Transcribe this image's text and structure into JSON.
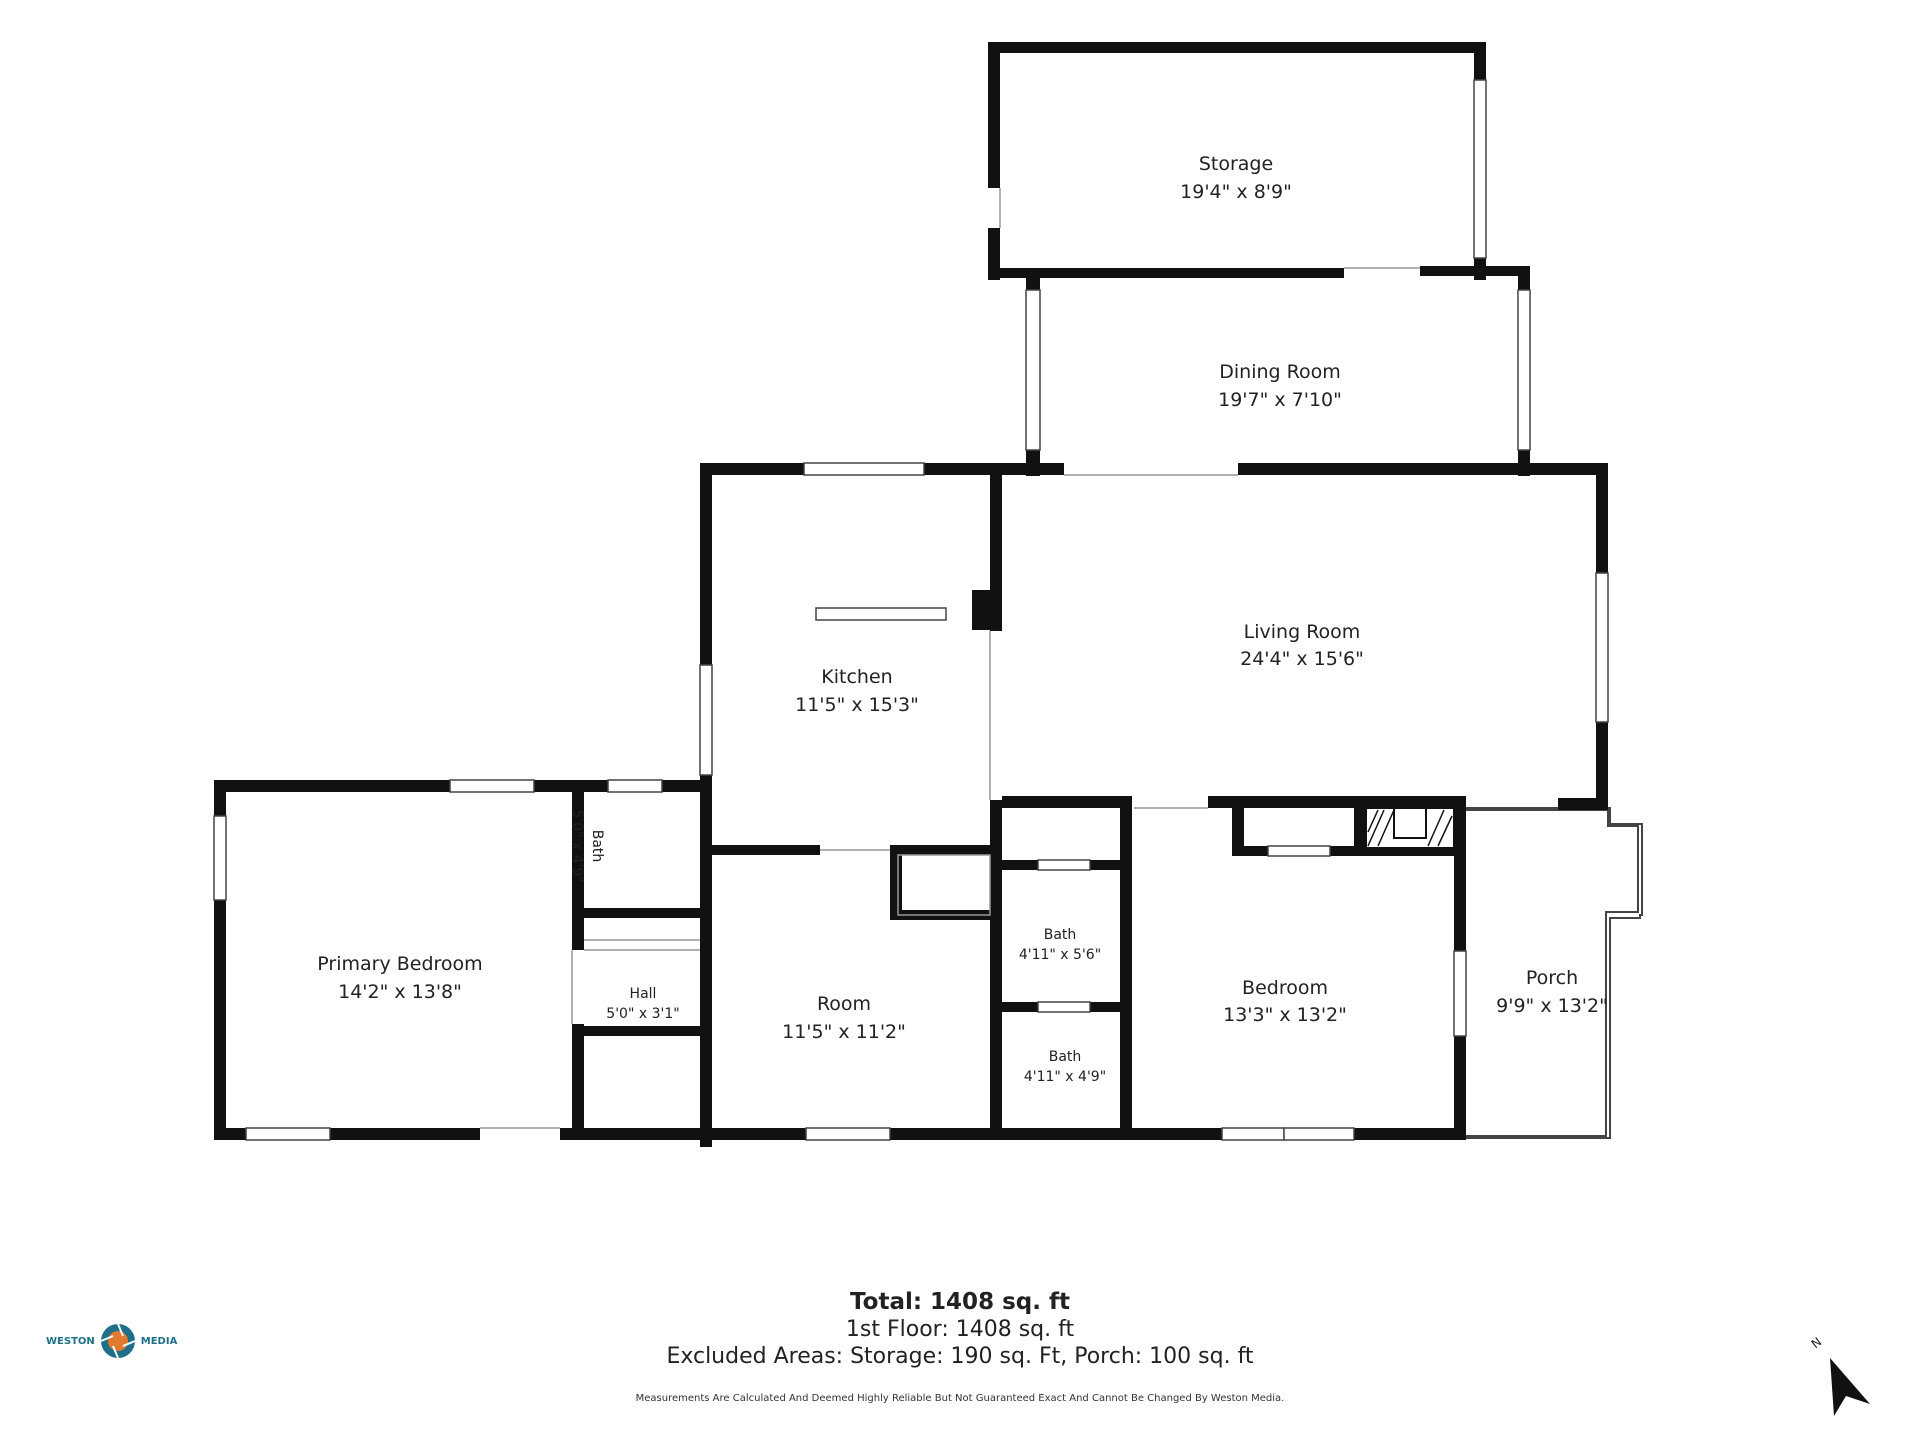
{
  "rooms": {
    "storage": {
      "name": "Storage",
      "dims": "19'4\" x 8'9\""
    },
    "dining": {
      "name": "Dining Room",
      "dims": "19'7\" x 7'10\""
    },
    "living": {
      "name": "Living Room",
      "dims": "24'4\" x 15'6\""
    },
    "kitchen": {
      "name": "Kitchen",
      "dims": "11'5\" x 15'3\""
    },
    "primary_bedroom": {
      "name": "Primary Bedroom",
      "dims": "14'2\" x 13'8\""
    },
    "bath_small": {
      "name": "Bath",
      "dims": "5'0\" x 4'9\""
    },
    "hall": {
      "name": "Hall",
      "dims": "5'0\" x 3'1\""
    },
    "room": {
      "name": "Room",
      "dims": "11'5\" x 11'2\""
    },
    "bath_1": {
      "name": "Bath",
      "dims": "4'11\" x 5'6\""
    },
    "bath_2": {
      "name": "Bath",
      "dims": "4'11\" x 4'9\""
    },
    "bedroom": {
      "name": "Bedroom",
      "dims": "13'3\" x 13'2\""
    },
    "porch": {
      "name": "Porch",
      "dims": "9'9\" x 13'2\""
    }
  },
  "summary": {
    "total": "Total: 1408 sq. ft",
    "floor": "1st Floor: 1408 sq. ft",
    "excluded": "Excluded Areas: Storage: 190 sq. Ft, Porch: 100 sq. ft"
  },
  "disclaimer": "Measurements Are Calculated And Deemed Highly Reliable But Not Guaranteed Exact And Cannot Be Changed By Weston Media.",
  "logo": {
    "left": "WESTON",
    "right": "MEDIA"
  },
  "compass": {
    "letter": "N",
    "icon": "north-arrow-icon"
  },
  "colors": {
    "wall": "#111111",
    "logo_teal": "#1d6f8a",
    "logo_orange": "#e07a2f"
  }
}
